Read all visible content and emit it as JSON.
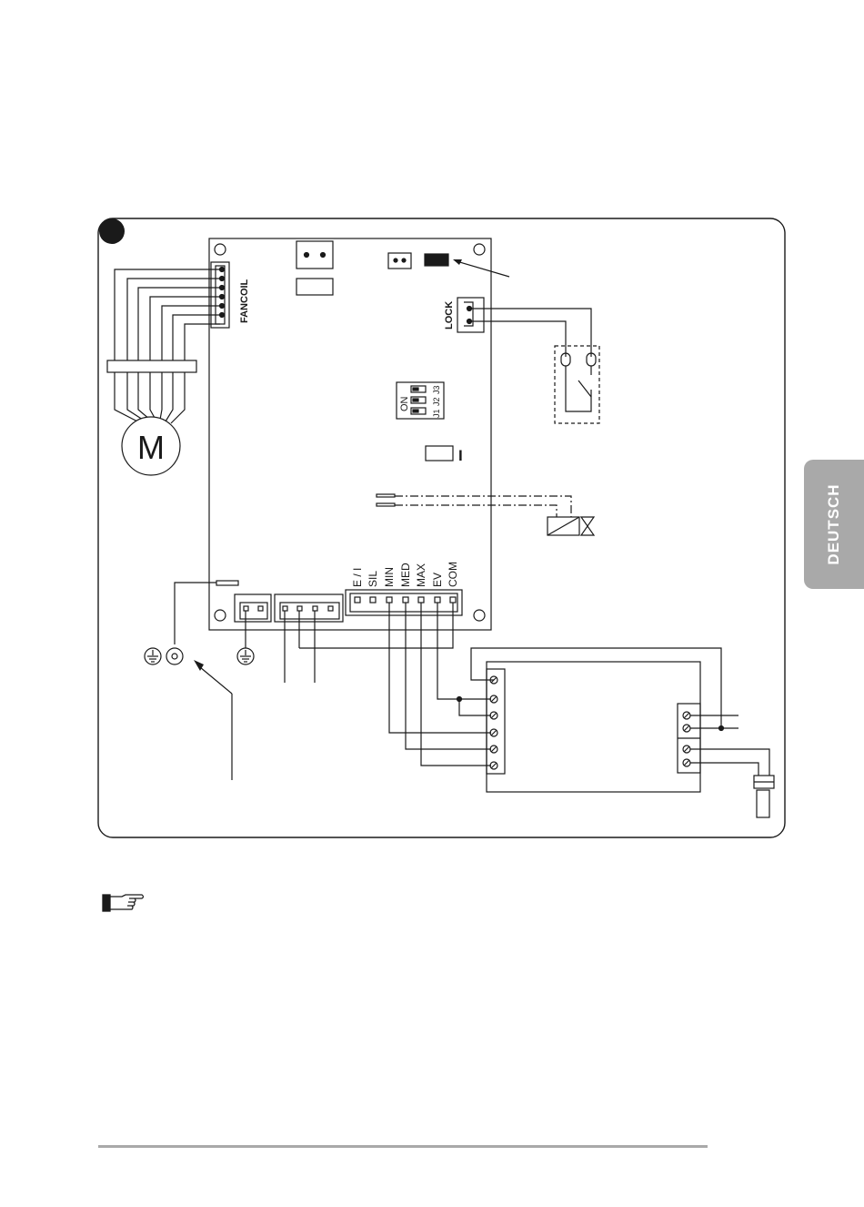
{
  "side_tab": {
    "label": "DEUTSCH"
  },
  "diagram": {
    "connectors": {
      "fancoil": "FANCOIL",
      "lock": "LOCK",
      "on": "ON",
      "jumpers": [
        "J1",
        "J2",
        "J3"
      ]
    },
    "motor": "M",
    "terminals": [
      "E / I",
      "SIL",
      "MIN",
      "MED",
      "MAX",
      "EV",
      "COM"
    ],
    "tick_mark": "I"
  },
  "icons": {
    "note": "pointing-hand-icon",
    "ground": "ground-symbol-icon",
    "motor": "motor-icon",
    "valve": "valve-icon"
  },
  "colors": {
    "line": "#1a1a1a",
    "tab": "#a9a9a9"
  }
}
